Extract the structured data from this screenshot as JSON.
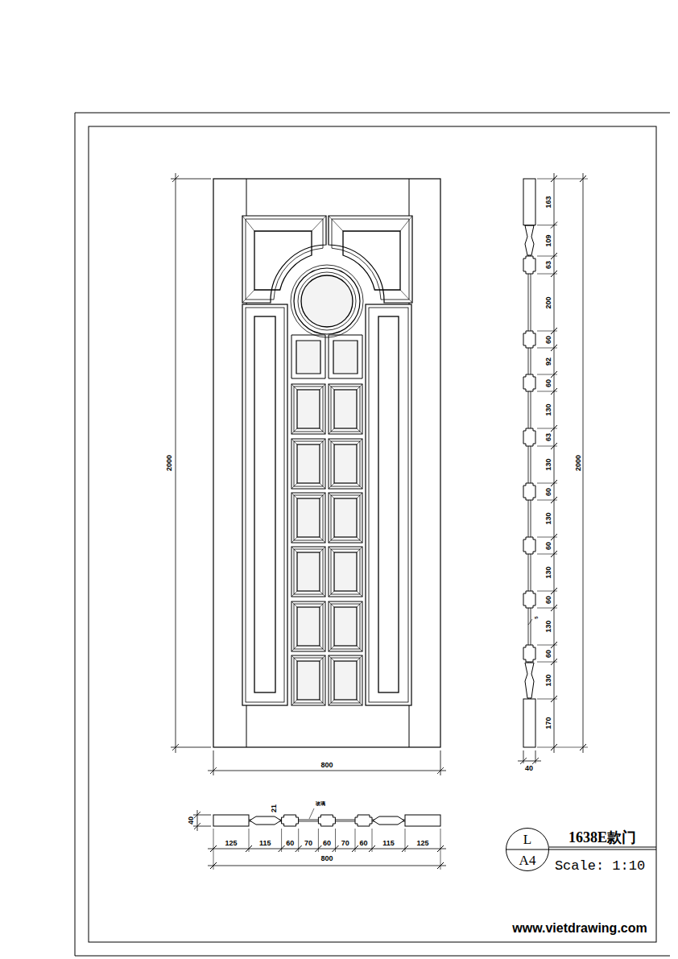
{
  "diagram": {
    "title": "1638E款门",
    "nodes": [
      {
        "text": [
          "L",
          "A4"
        ]
      }
    ],
    "labels": [
      "2000",
      "800",
      "163",
      "109",
      "63",
      "200",
      "60",
      "92",
      "60",
      "130",
      "63",
      "130",
      "60",
      "130",
      "60",
      "130",
      "60",
      "130",
      "60",
      "130",
      "170",
      "2000",
      "40",
      "5",
      "40",
      "21",
      "玻璃",
      "125",
      "115",
      "60",
      "70",
      "60",
      "70",
      "60",
      "115",
      "125",
      "800",
      "Scale: 1:10",
      "www.vietdrawing.com"
    ]
  }
}
